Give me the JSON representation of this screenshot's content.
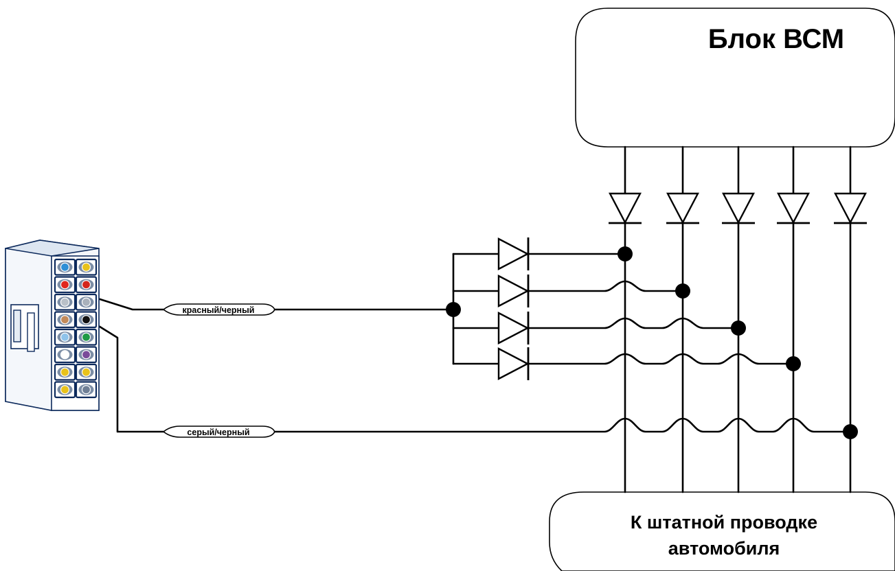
{
  "blocks": {
    "bcm_label": "Блок ВСМ",
    "wiring_line1": "К штатной проводке",
    "wiring_line2": "автомобиля"
  },
  "wires": {
    "red_black_label": "красный/черный",
    "grey_black_label": "серый/черный"
  },
  "connector": {
    "pin_colors": [
      [
        "#2e8fd6",
        "#e8c21b"
      ],
      [
        "#e0261f",
        "#d4261c"
      ],
      [
        "#b9c0c8",
        "#a9b1bb"
      ],
      [
        "#c28a5a",
        "#111111"
      ],
      [
        "#8fc3ea",
        "#1f9a45"
      ],
      [
        "#ffffff",
        "#7a4a9a"
      ],
      [
        "#e8c21b",
        "#e8c21b"
      ],
      [
        "#e8c21b",
        "#6f7f95"
      ]
    ]
  }
}
